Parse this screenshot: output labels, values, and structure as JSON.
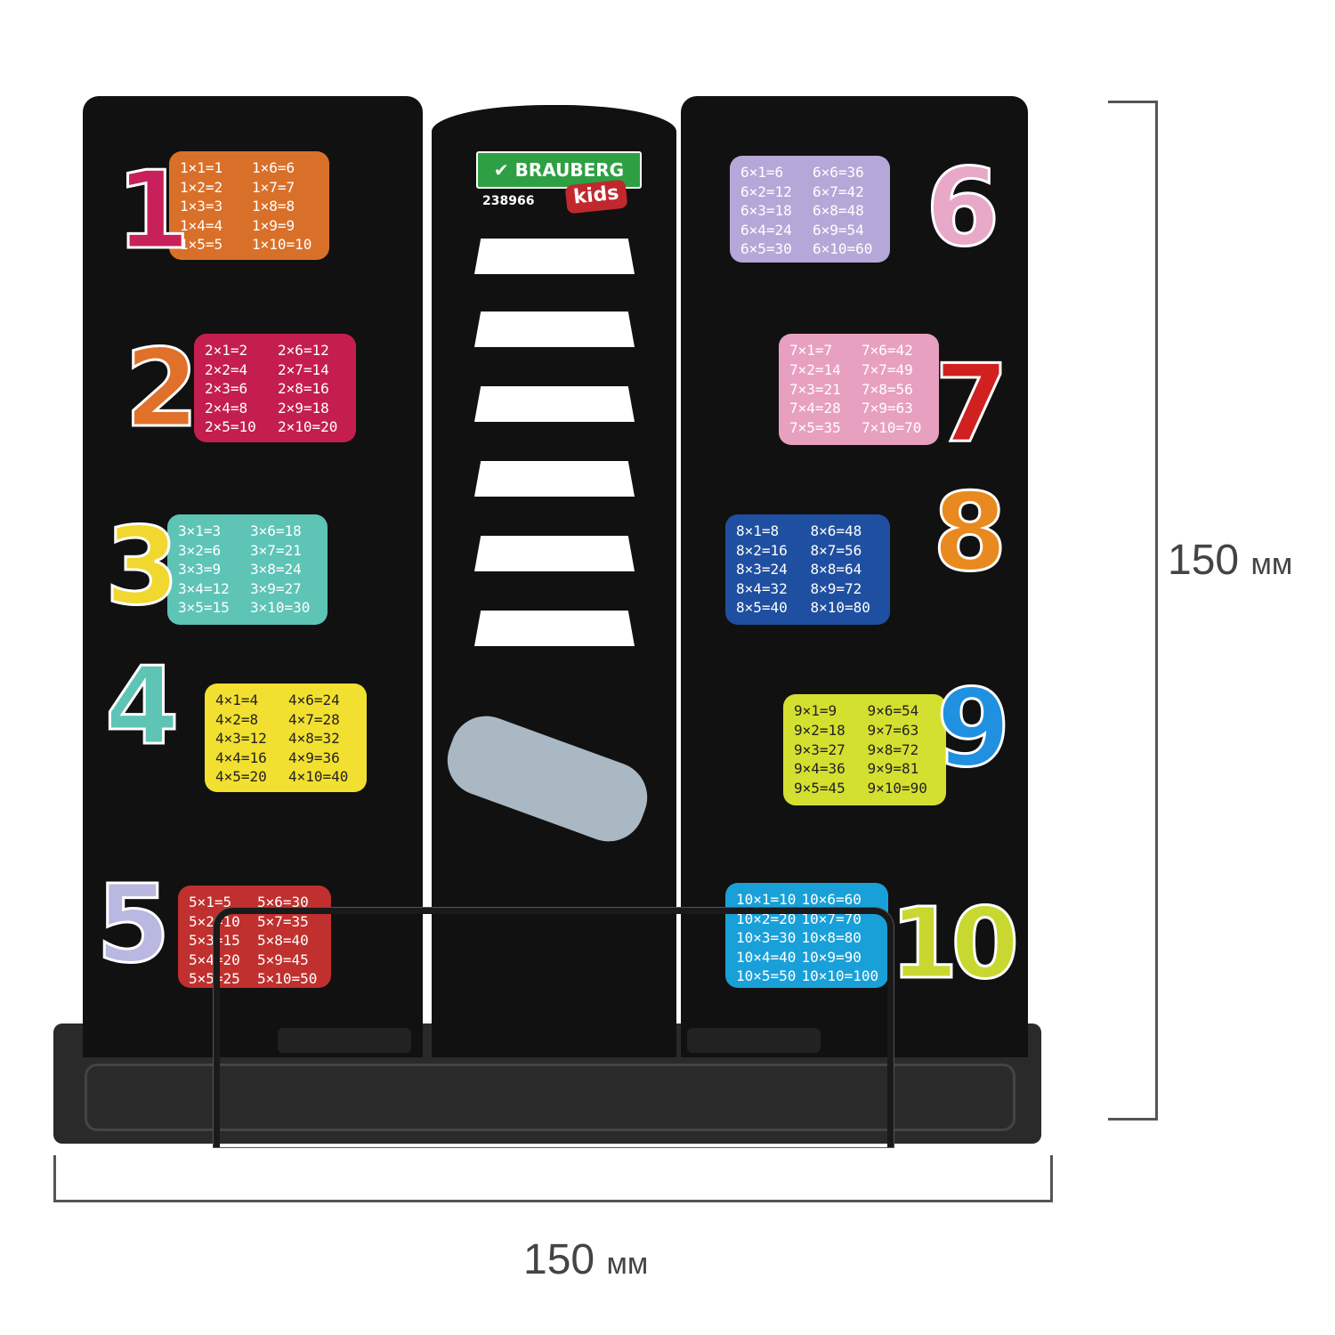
{
  "brand": {
    "name": "BRAUBERG",
    "sub": "kids",
    "sku": "238966",
    "green": "#2ea043",
    "red": "#c0282e"
  },
  "dimensions": {
    "height": {
      "value": "150",
      "unit": "мм"
    },
    "width": {
      "value": "150",
      "unit": "мм"
    }
  },
  "tables": [
    {
      "n": "1",
      "color": "#d9702a",
      "numColor": "#c8205a",
      "rows": [
        "1×1=1",
        "1×6=6",
        "1×2=2",
        "1×7=7",
        "1×3=3",
        "1×8=8",
        "1×4=4",
        "1×9=9",
        "1×5=5",
        "1×10=10"
      ]
    },
    {
      "n": "2",
      "color": "#c41e4e",
      "numColor": "#e0702a",
      "rows": [
        "2×1=2",
        "2×6=12",
        "2×2=4",
        "2×7=14",
        "2×3=6",
        "2×8=16",
        "2×4=8",
        "2×9=18",
        "2×5=10",
        "2×10=20"
      ]
    },
    {
      "n": "3",
      "color": "#5ec4b6",
      "numColor": "#f0d830",
      "rows": [
        "3×1=3",
        "3×6=18",
        "3×2=6",
        "3×7=21",
        "3×3=9",
        "3×8=24",
        "3×4=12",
        "3×9=27",
        "3×5=15",
        "3×10=30"
      ]
    },
    {
      "n": "4",
      "color": "#f2e030",
      "numColor": "#5ec4b6",
      "dark": true,
      "rows": [
        "4×1=4",
        "4×6=24",
        "4×2=8",
        "4×7=28",
        "4×3=12",
        "4×8=32",
        "4×4=16",
        "4×9=36",
        "4×5=20",
        "4×10=40"
      ]
    },
    {
      "n": "5",
      "color": "#c0302e",
      "numColor": "#b8b8e0",
      "rows": [
        "5×1=5",
        "5×6=30",
        "5×2=10",
        "5×7=35",
        "5×3=15",
        "5×8=40",
        "5×4=20",
        "5×9=45",
        "5×5=25",
        "5×10=50"
      ]
    },
    {
      "n": "6",
      "color": "#b5a8d8",
      "numColor": "#e8a8c8",
      "rows": [
        "6×1=6",
        "6×6=36",
        "6×2=12",
        "6×7=42",
        "6×3=18",
        "6×8=48",
        "6×4=24",
        "6×9=54",
        "6×5=30",
        "6×10=60"
      ]
    },
    {
      "n": "7",
      "color": "#e8a0c0",
      "numColor": "#d02020",
      "rows": [
        "7×1=7",
        "7×6=42",
        "7×2=14",
        "7×7=49",
        "7×3=21",
        "7×8=56",
        "7×4=28",
        "7×9=63",
        "7×5=35",
        "7×10=70"
      ]
    },
    {
      "n": "8",
      "color": "#1f4fa0",
      "numColor": "#e88a20",
      "rows": [
        "8×1=8",
        "8×6=48",
        "8×2=16",
        "8×7=56",
        "8×3=24",
        "8×8=64",
        "8×4=32",
        "8×9=72",
        "8×5=40",
        "8×10=80"
      ]
    },
    {
      "n": "9",
      "color": "#d4e030",
      "numColor": "#2090e0",
      "dark": true,
      "rows": [
        "9×1=9",
        "9×6=54",
        "9×2=18",
        "9×7=63",
        "9×3=27",
        "9×8=72",
        "9×4=36",
        "9×9=81",
        "9×5=45",
        "9×10=90"
      ]
    },
    {
      "n": "10",
      "color": "#1aa0d8",
      "numColor": "#c8d830",
      "rows": [
        "10×1=10",
        "10×6=60",
        "10×2=20",
        "10×7=70",
        "10×3=30",
        "10×8=80",
        "10×4=40",
        "10×9=90",
        "10×5=50",
        "10×10=100"
      ]
    }
  ]
}
